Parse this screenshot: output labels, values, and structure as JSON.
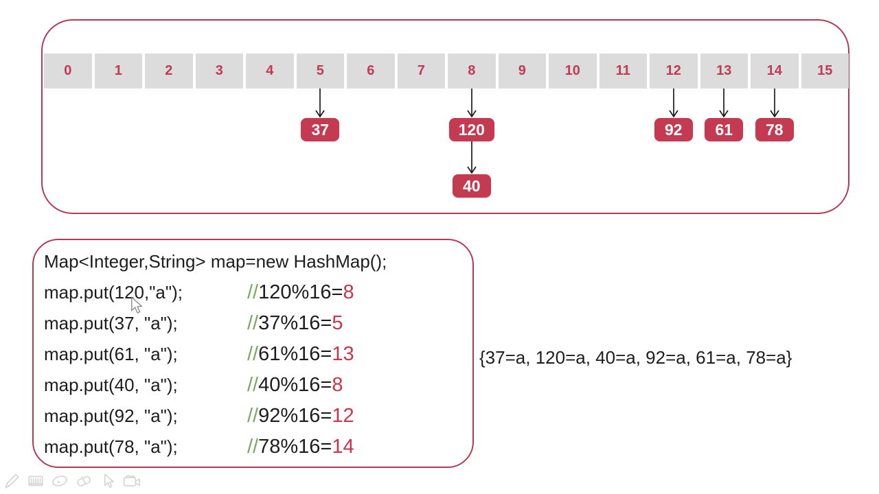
{
  "colors": {
    "border_crimson": "#b23a55",
    "cell_bg": "#dcdcdc",
    "cell_number": "#c23a54",
    "node_red": "#c43b51",
    "node_text": "#ffffff",
    "code_black": "#1d1d1d",
    "comment_green": "#76a85c",
    "result_red": "#c8364e",
    "toolbar_gray": "#d6d6d6",
    "arrow_black": "#1a1a1a"
  },
  "diagram": {
    "buckets": [
      "0",
      "1",
      "2",
      "3",
      "4",
      "5",
      "6",
      "7",
      "8",
      "9",
      "10",
      "11",
      "12",
      "13",
      "14",
      "15"
    ],
    "placements": [
      {
        "bucket": 5,
        "chain": [
          "37"
        ]
      },
      {
        "bucket": 8,
        "chain": [
          "120",
          "40"
        ]
      },
      {
        "bucket": 12,
        "chain": [
          "92"
        ]
      },
      {
        "bucket": 13,
        "chain": [
          "61"
        ]
      },
      {
        "bucket": 14,
        "chain": [
          "78"
        ]
      }
    ]
  },
  "code_panel": {
    "declaration": "Map<Integer,String> map=new HashMap();",
    "comment_prefix": "//",
    "statements": [
      {
        "code": "map.put(120,\"a\");",
        "expr": "120%16=",
        "result": "8"
      },
      {
        "code": "map.put(37, \"a\");",
        "expr": "37%16=",
        "result": "5"
      },
      {
        "code": "map.put(61, \"a\");",
        "expr": "61%16=",
        "result": "13"
      },
      {
        "code": "map.put(40, \"a\");",
        "expr": "40%16=",
        "result": "8"
      },
      {
        "code": "map.put(92, \"a\");",
        "expr": "92%16=",
        "result": "12"
      },
      {
        "code": "map.put(78, \"a\");",
        "expr": "78%16=",
        "result": "14"
      }
    ]
  },
  "result_line": "{37=a, 120=a, 40=a, 92=a, 61=a, 78=a}",
  "toolbar": {
    "icons": [
      "pencil-icon",
      "keyboard-icon",
      "highlighter-ellipse-icon",
      "eraser-icon",
      "cursor-tool-icon",
      "camera-icon"
    ]
  }
}
